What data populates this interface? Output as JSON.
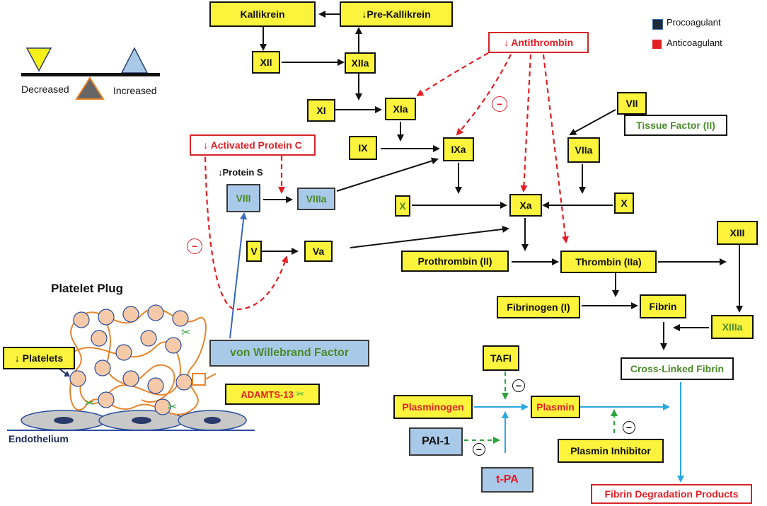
{
  "legend": {
    "procoagulant": {
      "label": "Procoagulant",
      "color": "#1c2a3a"
    },
    "anticoagulant": {
      "label": "Anticoagulant",
      "color": "#e31e24"
    }
  },
  "balance": {
    "decreased": "Decreased",
    "increased": "Increased"
  },
  "nodes": {
    "kallikrein": "Kallikrein",
    "pre_kallikrein": "↓Pre-Kallikrein",
    "xii": "XII",
    "xiia": "XIIa",
    "xi": "XI",
    "xia": "XIa",
    "ix": "IX",
    "ixa": "IXa",
    "antithrombin": "↓ Antithrombin",
    "activated_protein_c": "↓ Activated Protein C",
    "protein_s": "↓Protein  S",
    "viii": "VIII",
    "viiia": "VIIIa",
    "v": "V",
    "va": "Va",
    "x_left": "X",
    "xa": "Xa",
    "x_right": "X",
    "vii": "VII",
    "viia": "VIIa",
    "tissue_factor": "Tissue Factor (II)",
    "prothrombin": "Prothrombin (II)",
    "thrombin": "Thrombin (IIa)",
    "xiii": "XIII",
    "xiiia": "XIIIa",
    "fibrinogen": "Fibrinogen (I)",
    "fibrin": "Fibrin",
    "cross_linked_fibrin": "Cross-Linked Fibrin",
    "tafi": "TAFI",
    "plasminogen": "Plasminogen",
    "plasmin": "Plasmin",
    "pai1": "PAI-1",
    "tpa": "t-PA",
    "plasmin_inhibitor": "Plasmin Inhibitor",
    "fdp": "Fibrin Degradation Products",
    "vwf": "von Willebrand Factor",
    "adamts13": "ADAMTS-13",
    "platelets": "↓ Platelets"
  },
  "labels": {
    "platelet_plug": "Platelet Plug",
    "endothelium": "Endothelium",
    "inhibit_symbol": "−",
    "scissors": "✂"
  }
}
